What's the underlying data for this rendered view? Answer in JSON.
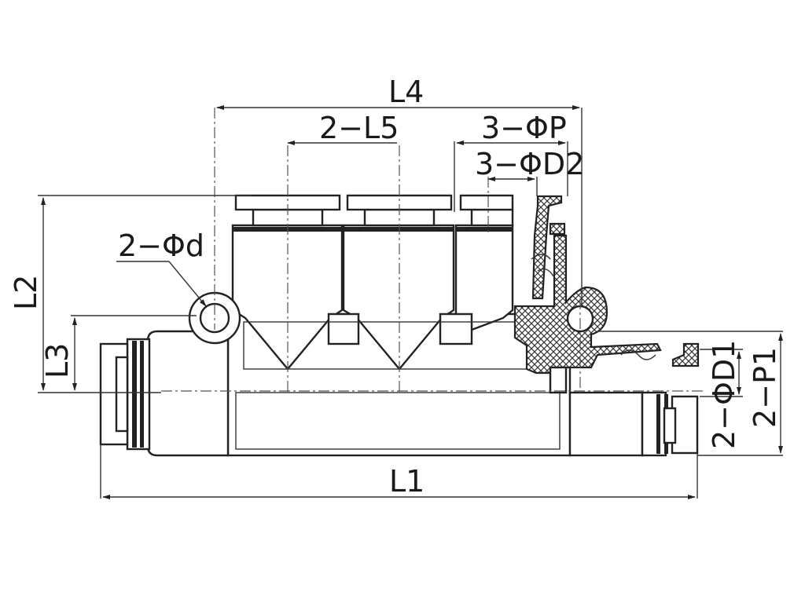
{
  "labels": {
    "L4": "L4",
    "L5": "2−L5",
    "P": "3−ΦP",
    "D2": "3−ΦD2",
    "d": "2−Φd",
    "L2": "L2",
    "L3": "L3",
    "D1": "2−ΦD1",
    "P1": "2−P1",
    "L1": "L1"
  }
}
